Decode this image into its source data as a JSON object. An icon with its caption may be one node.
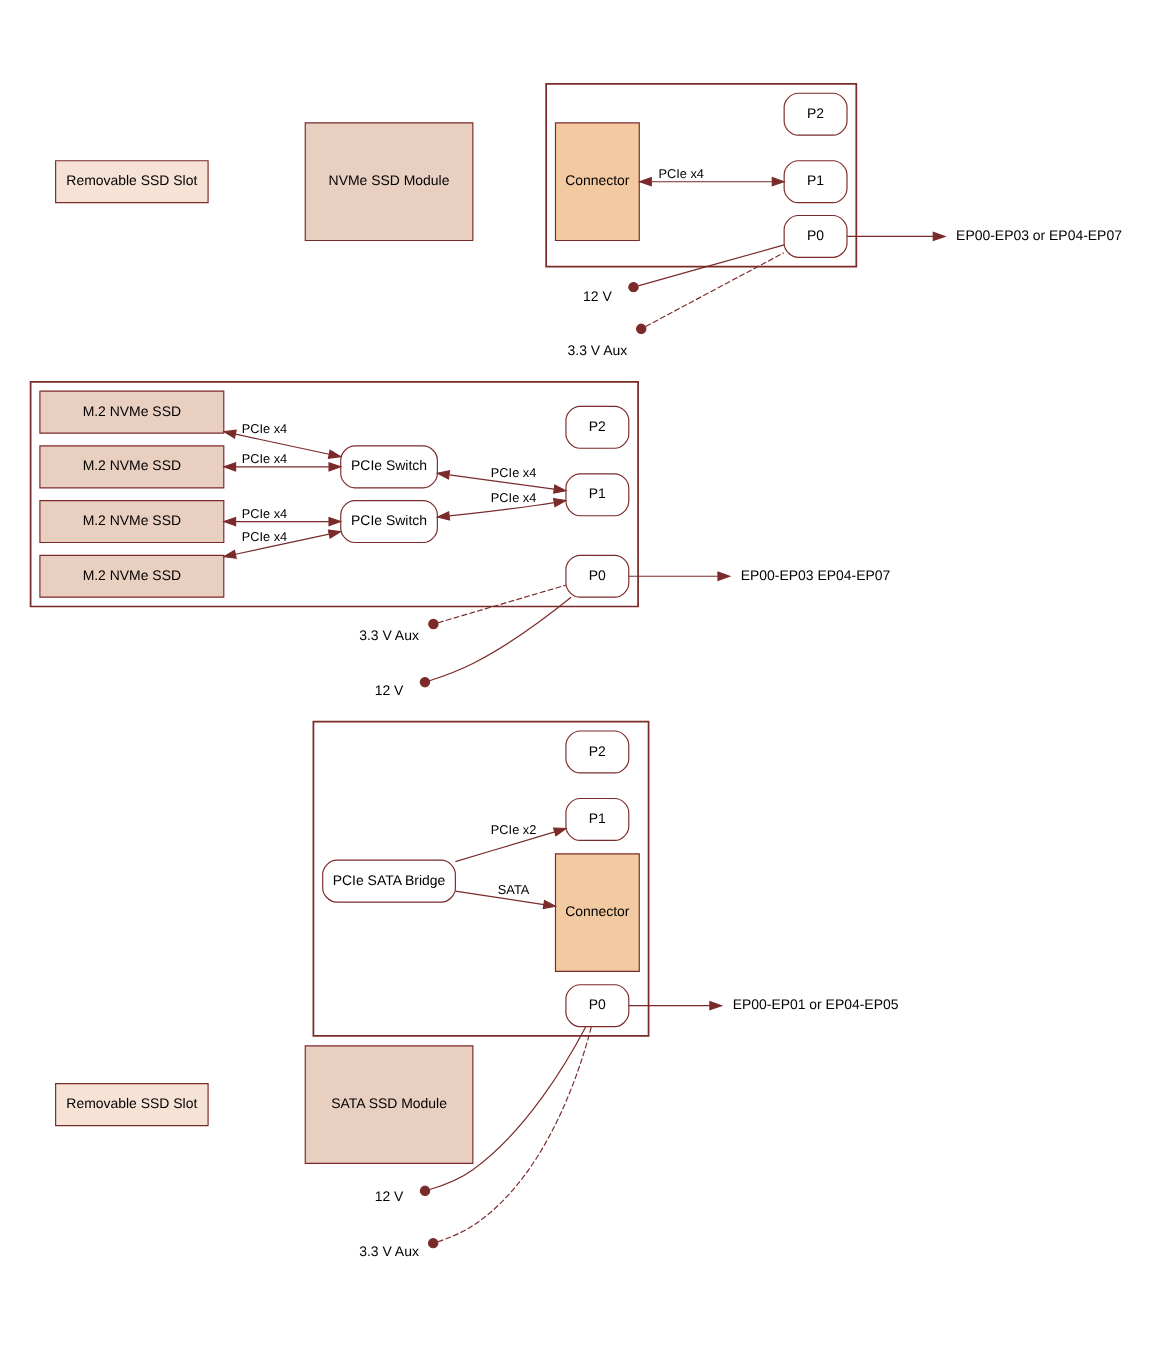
{
  "diagram": {
    "nodes": [
      {
        "text": [],
        "shape": "box"
      },
      {
        "text": [
          "Removable SSD Slot"
        ]
      },
      {
        "text": [
          "NVMe SSD Module"
        ]
      },
      {
        "text": [
          "Connector"
        ],
        "in": 0
      },
      {
        "text": [
          "P0"
        ],
        "in": 0
      },
      {
        "text": [
          "P1"
        ],
        "in": 0
      },
      {
        "text": [
          "P2"
        ],
        "in": 0
      },
      {
        "text": [
          "12 V"
        ]
      },
      {
        "text": [
          "3.3 V Aux"
        ]
      },
      {
        "text": [
          "EP00-EP03 or EP04-EP07"
        ]
      },
      {
        "text": [],
        "shape": "box"
      },
      {
        "text": [
          "M.2 NVMe SSD"
        ],
        "in": 10
      },
      {
        "text": [
          "M.2 NVMe SSD"
        ],
        "in": 10
      },
      {
        "text": [
          "M.2 NVMe SSD"
        ],
        "in": 10
      },
      {
        "text": [
          "M.2 NVMe SSD"
        ],
        "in": 10
      },
      {
        "text": [
          "PCIe Switch"
        ],
        "in": 10
      },
      {
        "text": [
          "PCIe Switch"
        ],
        "in": 10
      },
      {
        "text": [
          "P0"
        ],
        "in": 10
      },
      {
        "text": [
          "P1"
        ],
        "in": 10
      },
      {
        "text": [
          "P2"
        ],
        "in": 10
      },
      {
        "text": [
          "12 V"
        ]
      },
      {
        "text": [
          "3.3 V Aux"
        ]
      },
      {
        "text": [
          "EP00-EP03 EP04-EP07"
        ]
      },
      {
        "text": [],
        "shape": "box"
      },
      {
        "text": [
          "Removable SSD Slot"
        ]
      },
      {
        "text": [
          "SATA SSD Module"
        ]
      },
      {
        "text": [
          "Connector"
        ],
        "in": 23
      },
      {
        "text": [
          "PCIe SATA Bridge"
        ],
        "in": 23
      },
      {
        "text": [
          "P0"
        ],
        "in": 23
      },
      {
        "text": [
          "P1"
        ],
        "in": 23
      },
      {
        "text": [
          "P2"
        ],
        "in": 23
      },
      {
        "text": [
          "12 V"
        ]
      },
      {
        "text": [
          "3.3 V Aux"
        ]
      },
      {
        "text": [
          "EP00-EP01 or EP04-EP05"
        ]
      }
    ],
    "edges": [
      {
        "from": 3,
        "to": 5,
        "arrow": "both",
        "label": "PCIe x4"
      },
      {
        "from": 7,
        "to": 4,
        "arrow": "other"
      },
      {
        "from": 8,
        "to": 4,
        "arrow": "other",
        "style": "dashed"
      },
      {
        "from": 4,
        "to": 9,
        "arrow": "to"
      },
      {
        "from": 11,
        "to": 15,
        "arrow": "both",
        "label": "PCIe x4"
      },
      {
        "from": 12,
        "to": 15,
        "arrow": "both",
        "label": "PCIe x4"
      },
      {
        "from": 13,
        "to": 16,
        "arrow": "both",
        "label": "PCIe x4"
      },
      {
        "from": 14,
        "to": 16,
        "arrow": "both",
        "label": "PCIe x4"
      },
      {
        "from": 15,
        "to": 18,
        "arrow": "both",
        "label": "PCIe x4"
      },
      {
        "from": 16,
        "to": 18,
        "arrow": "both",
        "label": "PCIe x4"
      },
      {
        "from": 20,
        "to": 17,
        "arrow": "other"
      },
      {
        "from": 21,
        "to": 17,
        "arrow": "other",
        "style": "dashed"
      },
      {
        "from": 17,
        "to": 22,
        "arrow": "to"
      },
      {
        "from": 27,
        "to": 26,
        "arrow": "to",
        "label": "SATA"
      },
      {
        "from": 27,
        "to": 29,
        "arrow": "to",
        "label": "PCIe x2"
      },
      {
        "from": 31,
        "to": 28,
        "arrow": "other"
      },
      {
        "from": 32,
        "to": 28,
        "arrow": "other",
        "style": "dashed"
      },
      {
        "from": 28,
        "to": 33,
        "arrow": "to"
      }
    ]
  }
}
